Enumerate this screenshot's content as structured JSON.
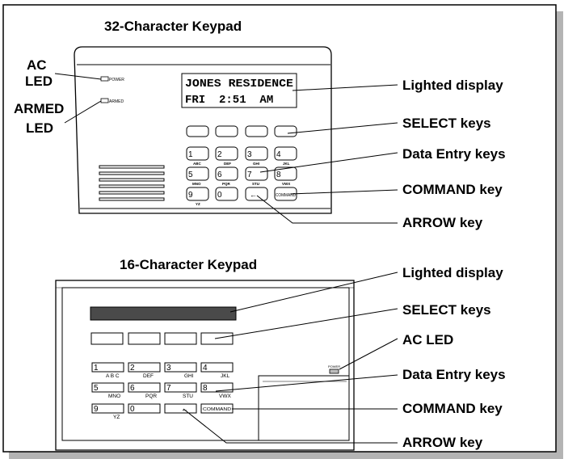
{
  "top": {
    "title": "32-Character Keypad",
    "display_line1": "JONES RESIDENCE",
    "display_line2": "FRI  2:51  AM",
    "power_led_text": "POWER",
    "armed_led_text": "ARMED",
    "keys": [
      {
        "num": "1",
        "sub": "ABC"
      },
      {
        "num": "2",
        "sub": "DEF"
      },
      {
        "num": "3",
        "sub": "GHI"
      },
      {
        "num": "4",
        "sub": "JKL"
      },
      {
        "num": "5",
        "sub": "MNO"
      },
      {
        "num": "6",
        "sub": "PQR"
      },
      {
        "num": "7",
        "sub": "STU"
      },
      {
        "num": "8",
        "sub": "VWX"
      },
      {
        "num": "9",
        "sub": "YZ"
      },
      {
        "num": "0",
        "sub": ""
      },
      {
        "num": "←",
        "sub": ""
      },
      {
        "num": "COMMAND",
        "sub": ""
      }
    ],
    "left_labels": {
      "ac_1": "AC",
      "ac_2": "LED",
      "armed_1": "ARMED",
      "armed_2": "LED"
    },
    "callouts": [
      "Lighted display",
      "SELECT keys",
      "Data Entry keys",
      "COMMAND key",
      "ARROW key"
    ]
  },
  "bottom": {
    "title": "16-Character Keypad",
    "power_led_text": "POWER",
    "keys": [
      {
        "num": "1",
        "sub": "A B C"
      },
      {
        "num": "2",
        "sub": "DEF"
      },
      {
        "num": "3",
        "sub": "GHI"
      },
      {
        "num": "4",
        "sub": "JKL"
      },
      {
        "num": "5",
        "sub": "MNO"
      },
      {
        "num": "6",
        "sub": "PQR"
      },
      {
        "num": "7",
        "sub": "STU"
      },
      {
        "num": "8",
        "sub": "VWX"
      },
      {
        "num": "9",
        "sub": "YZ"
      },
      {
        "num": "0",
        "sub": ""
      },
      {
        "num": "←",
        "sub": ""
      },
      {
        "num": "COMMAND",
        "sub": ""
      }
    ],
    "callouts": [
      "Lighted display",
      "SELECT keys",
      "AC LED",
      "Data Entry keys",
      "COMMAND key",
      "ARROW key"
    ]
  },
  "colors": {
    "border": "#000000",
    "shadow": "#b4b4b4",
    "display_dark": "#4a4a4a",
    "panel_gray": "#e6e6e6"
  }
}
